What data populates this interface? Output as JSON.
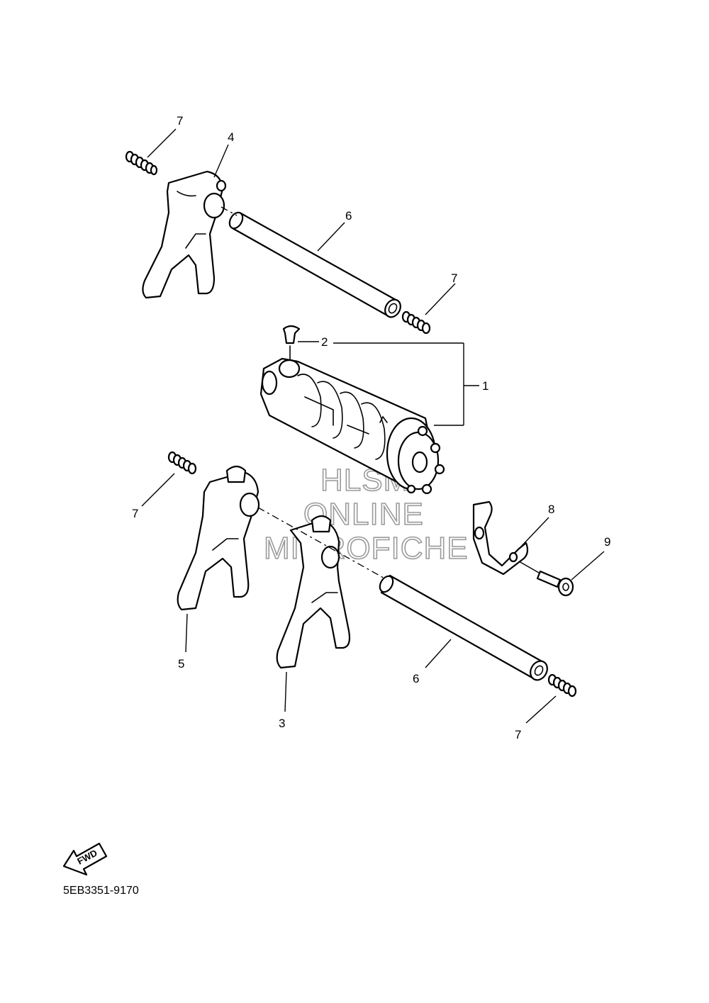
{
  "diagram": {
    "part_code": "5EB3351-9170",
    "fwd_label": "FWD",
    "watermark": [
      "HLSM",
      "ONLINE",
      "MICROFICHE"
    ],
    "callouts": {
      "c1": "1",
      "c2": "2",
      "c3": "3",
      "c4": "4",
      "c5": "5",
      "c6a": "6",
      "c6b": "6",
      "c7a": "7",
      "c7b": "7",
      "c7c": "7",
      "c7d": "7",
      "c8": "8",
      "c9": "9"
    }
  }
}
